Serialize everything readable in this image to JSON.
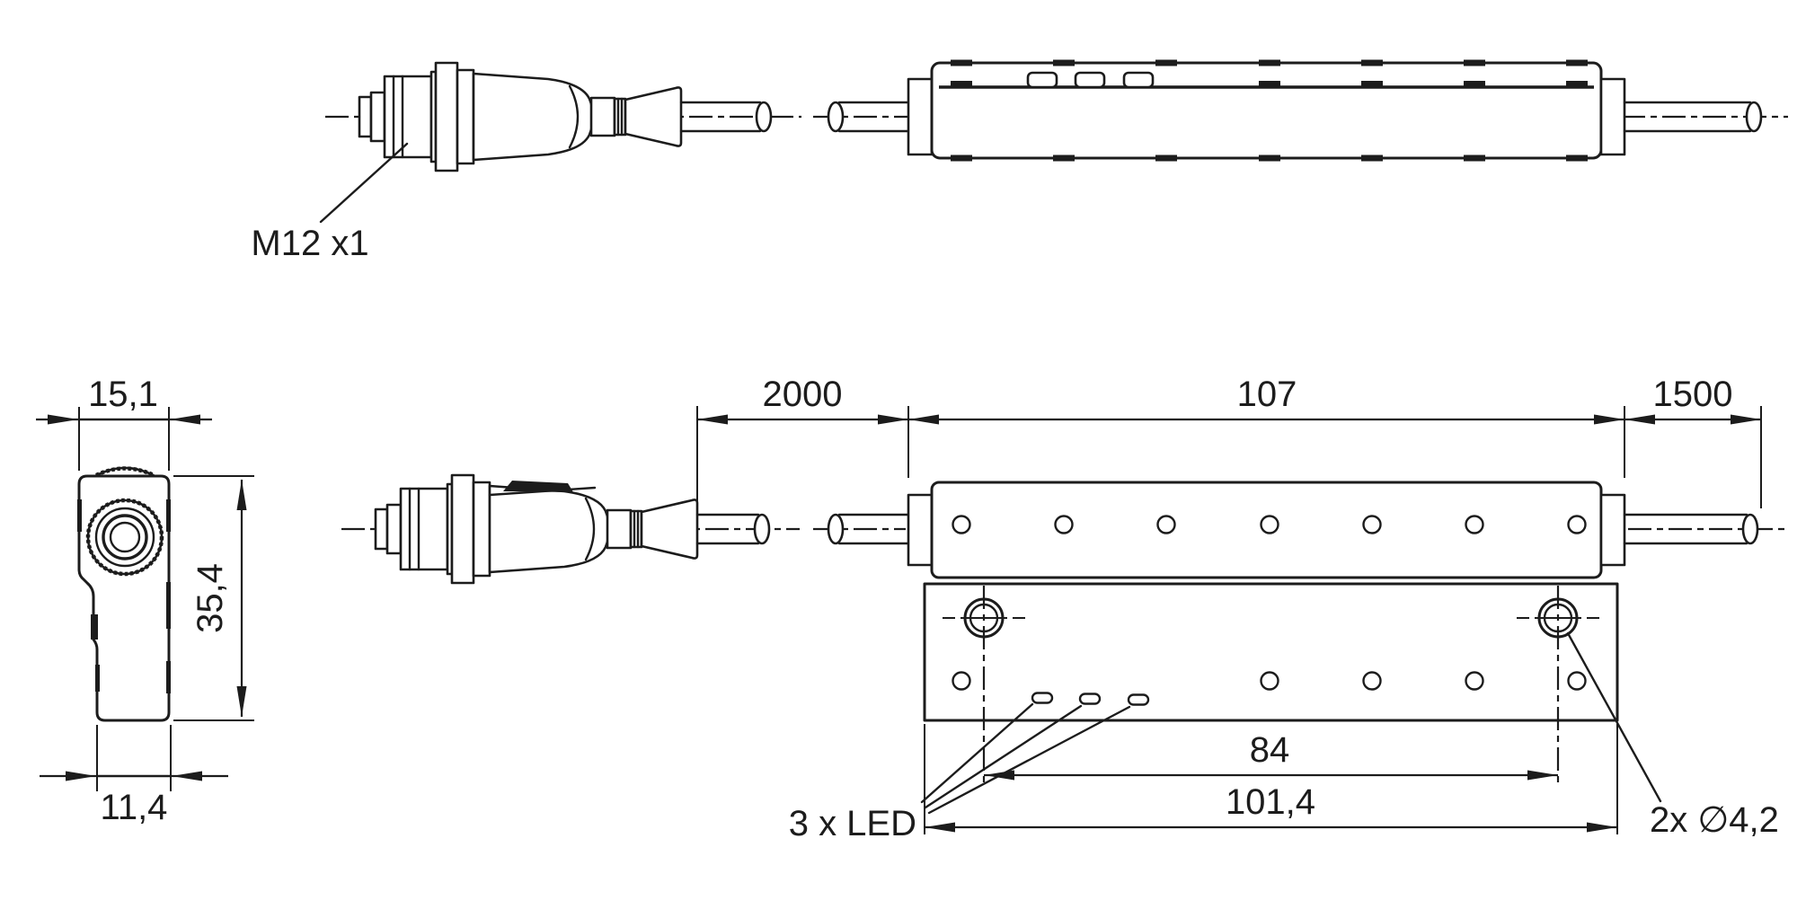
{
  "labels": {
    "thread": "M12 x1",
    "leds": "3 x LED",
    "mount_holes": "2x ∅4,2"
  },
  "dimensions": {
    "cable_left_mm": "2000",
    "housing_length_mm": "107",
    "cable_right_mm": "1500",
    "hole_spacing_mm": "84",
    "bracket_length_mm": "101,4",
    "head_width_mm": "15,1",
    "height_mm": "35,4",
    "body_width_mm": "11,4"
  },
  "colors": {
    "line": "#1c1c1c",
    "background": "#ffffff"
  }
}
